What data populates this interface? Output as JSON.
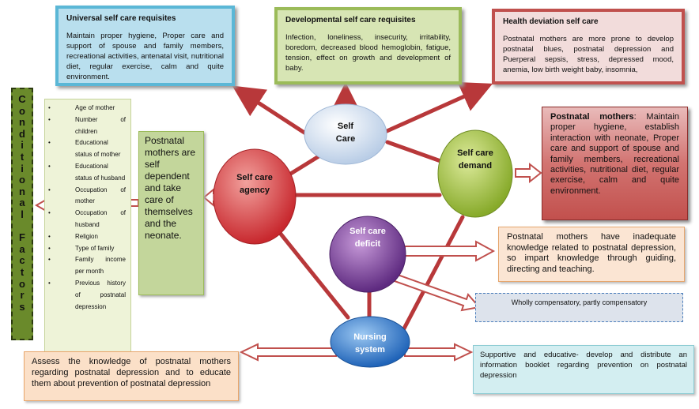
{
  "colors": {
    "connector": "#b8383a",
    "self_care_node": "#dfeaf4",
    "agency_node": "#d9464a",
    "demand_node": "#9ebb3b",
    "deficit_node": "#7e3fa0",
    "nursing_node": "#3b7fd0"
  },
  "nodes": {
    "self_care": "Self Care",
    "self_care_line1": "Self",
    "self_care_line2": "Care",
    "agency_line1": "Self care",
    "agency_line2": "agency",
    "demand_line1": "Self care",
    "demand_line2": "demand",
    "deficit_line1": "Self care",
    "deficit_line2": "deficit",
    "nursing_line1": "Nursing",
    "nursing_line2": "system"
  },
  "boxes": {
    "universal": {
      "title": "Universal self care requisites",
      "text": "Maintain proper hygiene, Proper care and support of spouse and family members, recreational activities, antenatal visit, nutritional diet, regular exercise, calm and quite environment."
    },
    "developmental": {
      "title": "Developmental self care requisites",
      "text": "Infection, loneliness, insecurity, irritability, boredom, decreased blood hemoglobin, fatigue, tension, effect on growth and development of baby."
    },
    "health_deviation": {
      "title": "Health deviation self care",
      "text": "Postnatal mothers are more prone to develop postnatal blues, postnatal depression and Puerperal sepsis, stress, depressed mood, anemia, low birth weight baby, insomnia,"
    },
    "conditional_factors": "Conditional Factors",
    "conditional_letters": [
      "C",
      "o",
      "n",
      "d",
      "i",
      "t",
      "i",
      "o",
      "n",
      "a",
      "l",
      "",
      "F",
      "a",
      "c",
      "t",
      "o",
      "r",
      "s"
    ],
    "factors": [
      "Age of mother",
      "Number of children",
      "Educational status of mother",
      "Educational status of husband",
      "Occupation of mother",
      "Occupation of husband",
      "Religion",
      "Type of family",
      "Family income per month",
      "Previous history of postnatal depression"
    ],
    "agency_desc": "Postnatal mothers are self dependent and take care of themselves and the neonate.",
    "mothers_bold": "Postnatal mothers",
    "mothers_text": ": Maintain proper hygiene, establish interaction with neonate, Proper care and support of spouse and family members, recreational activities, nutritional diet, regular exercise, calm and quite environment.",
    "deficit_desc": "Postnatal mothers have inadequate knowledge related to postnatal depression, so impart knowledge through guiding, directing and teaching.",
    "compensatory": "Wholly compensatory, partly compensatory",
    "supportive": "Supportive and educative- develop and distribute an information booklet regarding prevention on postnatal depression",
    "assess": "Assess the knowledge of postnatal mothers regarding postnatal depression and to educate them about prevention of postnatal depression"
  }
}
